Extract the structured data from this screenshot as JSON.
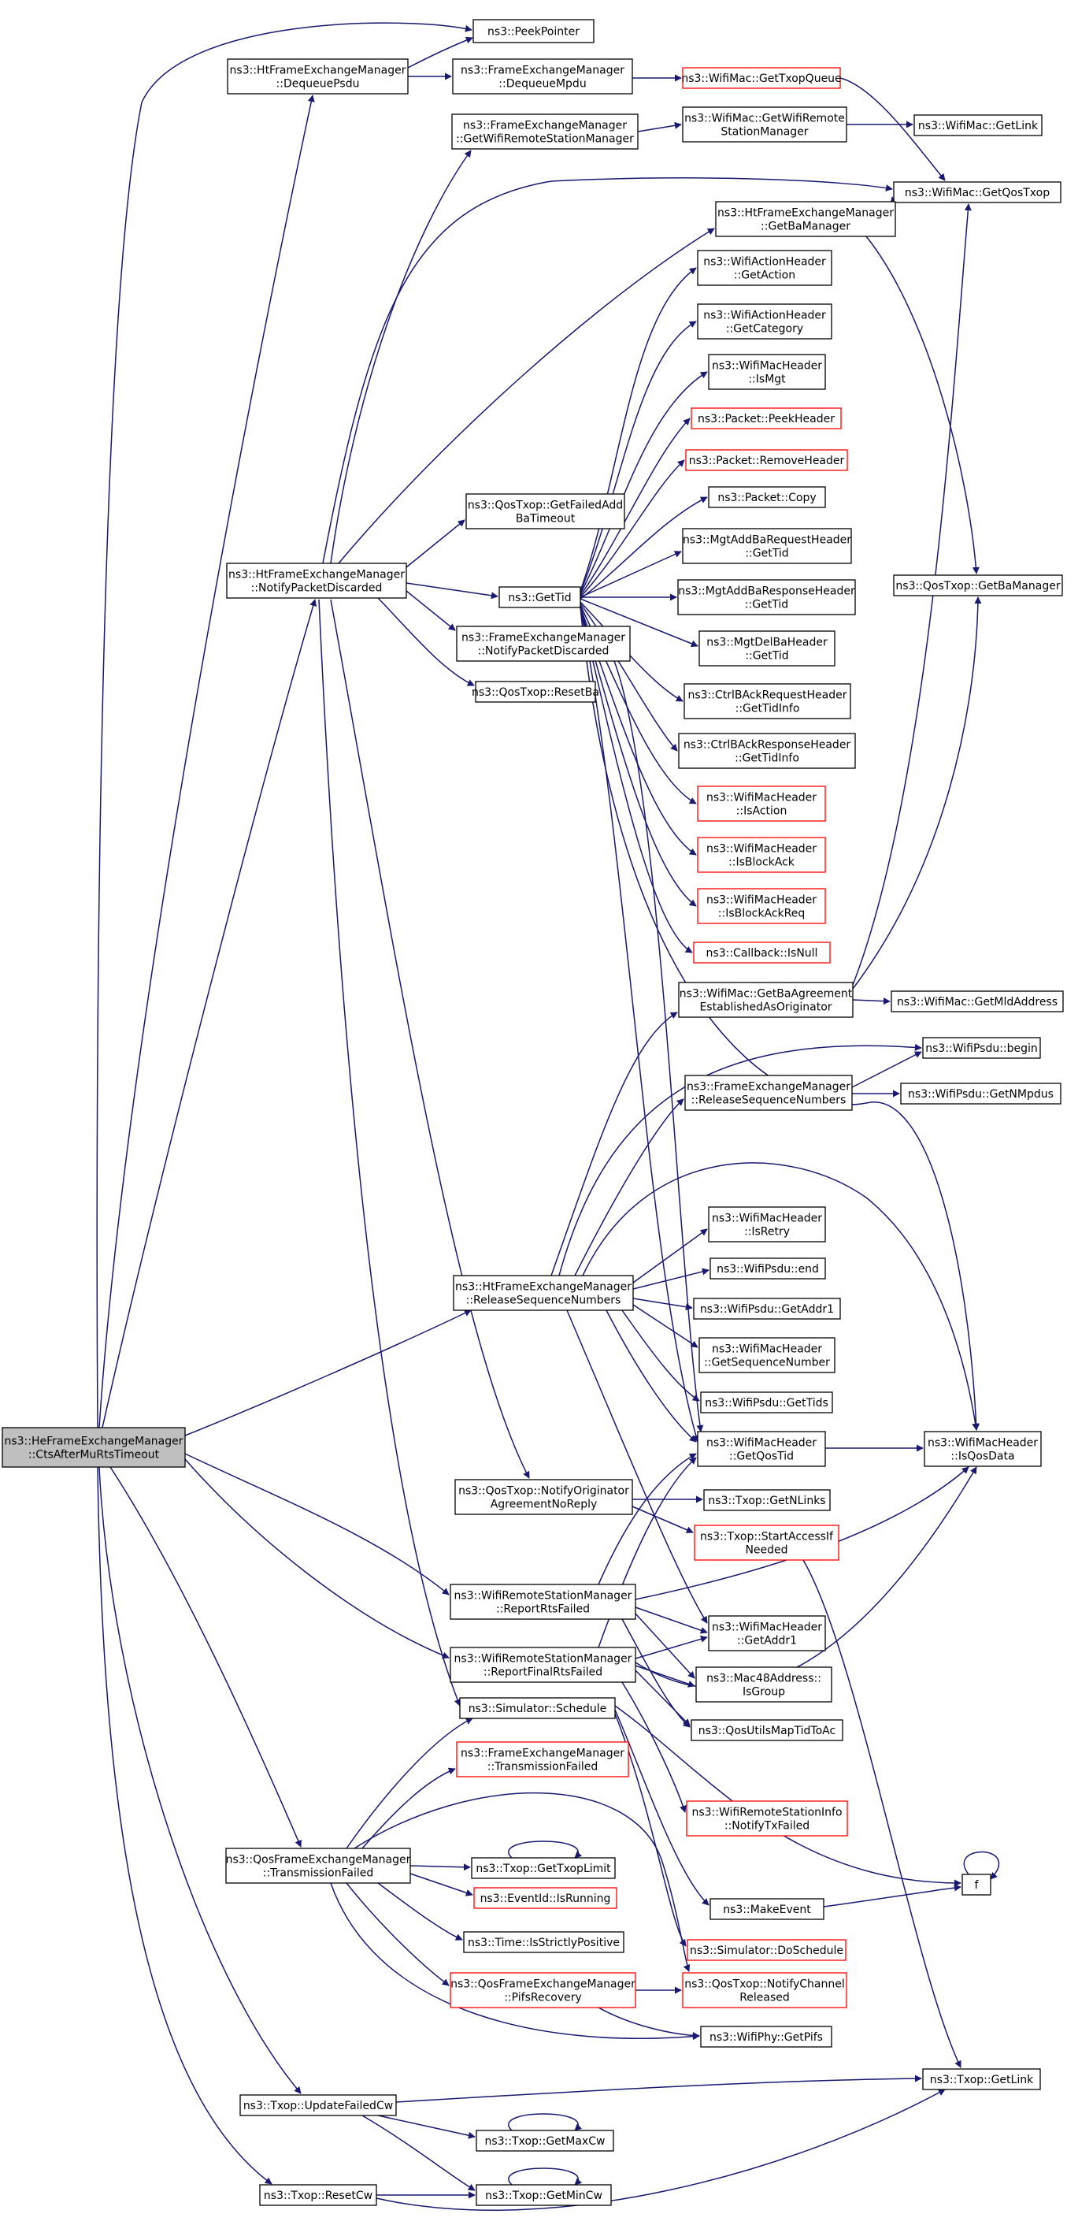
{
  "colors": {
    "edge": "#191970",
    "border_normal": "#000000",
    "border_truncated": "#ff0000",
    "root_fill": "#bfbfbf",
    "node_fill": "#ffffff",
    "text": "#000000"
  },
  "nodes": [
    {
      "id": "root",
      "lines": [
        "ns3::HeFrameExchangeManager",
        "::CtsAfterMuRtsTimeout"
      ],
      "style": "root"
    },
    {
      "id": "peekPointer",
      "lines": [
        "ns3::PeekPointer"
      ],
      "style": "normal"
    },
    {
      "id": "htDequeuePsdu",
      "lines": [
        "ns3::HtFrameExchangeManager",
        "::DequeuePsdu"
      ],
      "style": "normal"
    },
    {
      "id": "feDequeueMpdu",
      "lines": [
        "ns3::FrameExchangeManager",
        "::DequeueMpdu"
      ],
      "style": "normal"
    },
    {
      "id": "getTxopQueue",
      "lines": [
        "ns3::WifiMac::GetTxopQueue"
      ],
      "style": "truncated"
    },
    {
      "id": "feGetWrsm",
      "lines": [
        "ns3::FrameExchangeManager",
        "::GetWifiRemoteStationManager"
      ],
      "style": "normal"
    },
    {
      "id": "macGetWrsm",
      "lines": [
        "ns3::WifiMac::GetWifiRemote",
        "StationManager"
      ],
      "style": "normal"
    },
    {
      "id": "macGetLink",
      "lines": [
        "ns3::WifiMac::GetLink"
      ],
      "style": "normal"
    },
    {
      "id": "getQosTxop",
      "lines": [
        "ns3::WifiMac::GetQosTxop"
      ],
      "style": "normal"
    },
    {
      "id": "htGetBaManager",
      "lines": [
        "ns3::HtFrameExchangeManager",
        "::GetBaManager"
      ],
      "style": "normal"
    },
    {
      "id": "actGetAction",
      "lines": [
        "ns3::WifiActionHeader",
        "::GetAction"
      ],
      "style": "normal"
    },
    {
      "id": "actGetCategory",
      "lines": [
        "ns3::WifiActionHeader",
        "::GetCategory"
      ],
      "style": "normal"
    },
    {
      "id": "isMgt",
      "lines": [
        "ns3::WifiMacHeader",
        "::IsMgt"
      ],
      "style": "normal"
    },
    {
      "id": "peekHeader",
      "lines": [
        "ns3::Packet::PeekHeader"
      ],
      "style": "truncated"
    },
    {
      "id": "removeHeader",
      "lines": [
        "ns3::Packet::RemoveHeader"
      ],
      "style": "truncated"
    },
    {
      "id": "packetCopy",
      "lines": [
        "ns3::Packet::Copy"
      ],
      "style": "normal"
    },
    {
      "id": "addBaReqTid",
      "lines": [
        "ns3::MgtAddBaRequestHeader",
        "::GetTid"
      ],
      "style": "normal"
    },
    {
      "id": "addBaRespTid",
      "lines": [
        "ns3::MgtAddBaResponseHeader",
        "::GetTid"
      ],
      "style": "normal"
    },
    {
      "id": "delBaTid",
      "lines": [
        "ns3::MgtDelBaHeader",
        "::GetTid"
      ],
      "style": "normal"
    },
    {
      "id": "bareqTidInfo",
      "lines": [
        "ns3::CtrlBAckRequestHeader",
        "::GetTidInfo"
      ],
      "style": "normal"
    },
    {
      "id": "barespTidInfo",
      "lines": [
        "ns3::CtrlBAckResponseHeader",
        "::GetTidInfo"
      ],
      "style": "normal"
    },
    {
      "id": "isAction",
      "lines": [
        "ns3::WifiMacHeader",
        "::IsAction"
      ],
      "style": "truncated"
    },
    {
      "id": "isBlockAck",
      "lines": [
        "ns3::WifiMacHeader",
        "::IsBlockAck"
      ],
      "style": "truncated"
    },
    {
      "id": "isBlockAckReq",
      "lines": [
        "ns3::WifiMacHeader",
        "::IsBlockAckReq"
      ],
      "style": "truncated"
    },
    {
      "id": "cbIsNull",
      "lines": [
        "ns3::Callback::IsNull"
      ],
      "style": "truncated"
    },
    {
      "id": "qosGetBaManager",
      "lines": [
        "ns3::QosTxop::GetBaManager"
      ],
      "style": "normal"
    },
    {
      "id": "qosGetFailed",
      "lines": [
        "ns3::QosTxop::GetFailedAdd",
        "BaTimeout"
      ],
      "style": "normal"
    },
    {
      "id": "htNotify",
      "lines": [
        "ns3::HtFrameExchangeManager",
        "::NotifyPacketDiscarded"
      ],
      "style": "normal"
    },
    {
      "id": "getTid",
      "lines": [
        "ns3::GetTid"
      ],
      "style": "normal"
    },
    {
      "id": "feNotify",
      "lines": [
        "ns3::FrameExchangeManager",
        "::NotifyPacketDiscarded"
      ],
      "style": "normal"
    },
    {
      "id": "qosResetBa",
      "lines": [
        "ns3::QosTxop::ResetBa"
      ],
      "style": "normal"
    },
    {
      "id": "getBaAgreement",
      "lines": [
        "ns3::WifiMac::GetBaAgreement",
        "EstablishedAsOriginator"
      ],
      "style": "normal"
    },
    {
      "id": "getMldAddress",
      "lines": [
        "ns3::WifiMac::GetMldAddress"
      ],
      "style": "normal"
    },
    {
      "id": "psduBegin",
      "lines": [
        "ns3::WifiPsdu::begin"
      ],
      "style": "normal"
    },
    {
      "id": "feRelease",
      "lines": [
        "ns3::FrameExchangeManager",
        "::ReleaseSequenceNumbers"
      ],
      "style": "normal"
    },
    {
      "id": "getNMpdus",
      "lines": [
        "ns3::WifiPsdu::GetNMpdus"
      ],
      "style": "normal"
    },
    {
      "id": "isRetry",
      "lines": [
        "ns3::WifiMacHeader",
        "::IsRetry"
      ],
      "style": "normal"
    },
    {
      "id": "psduEnd",
      "lines": [
        "ns3::WifiPsdu::end"
      ],
      "style": "normal"
    },
    {
      "id": "psduGetAddr1",
      "lines": [
        "ns3::WifiPsdu::GetAddr1"
      ],
      "style": "normal"
    },
    {
      "id": "htRelease",
      "lines": [
        "ns3::HtFrameExchangeManager",
        "::ReleaseSequenceNumbers"
      ],
      "style": "normal"
    },
    {
      "id": "getSeqNum",
      "lines": [
        "ns3::WifiMacHeader",
        "::GetSequenceNumber"
      ],
      "style": "normal"
    },
    {
      "id": "psduGetTids",
      "lines": [
        "ns3::WifiPsdu::GetTids"
      ],
      "style": "normal"
    },
    {
      "id": "getQosTid",
      "lines": [
        "ns3::WifiMacHeader",
        "::GetQosTid"
      ],
      "style": "normal"
    },
    {
      "id": "isQosData",
      "lines": [
        "ns3::WifiMacHeader",
        "::IsQosData"
      ],
      "style": "normal"
    },
    {
      "id": "qosNotifyOrig",
      "lines": [
        "ns3::QosTxop::NotifyOriginator",
        "AgreementNoReply"
      ],
      "style": "normal"
    },
    {
      "id": "getNLinks",
      "lines": [
        "ns3::Txop::GetNLinks"
      ],
      "style": "normal"
    },
    {
      "id": "startAccess",
      "lines": [
        "ns3::Txop::StartAccessIf",
        "Needed"
      ],
      "style": "truncated"
    },
    {
      "id": "reportRts",
      "lines": [
        "ns3::WifiRemoteStationManager",
        "::ReportRtsFailed"
      ],
      "style": "normal"
    },
    {
      "id": "macGetAddr1",
      "lines": [
        "ns3::WifiMacHeader",
        "::GetAddr1"
      ],
      "style": "normal"
    },
    {
      "id": "reportFinalRts",
      "lines": [
        "ns3::WifiRemoteStationManager",
        "::ReportFinalRtsFailed"
      ],
      "style": "normal"
    },
    {
      "id": "isGroup",
      "lines": [
        "ns3::Mac48Address::",
        "IsGroup"
      ],
      "style": "normal"
    },
    {
      "id": "simSchedule",
      "lines": [
        "ns3::Simulator::Schedule"
      ],
      "style": "normal"
    },
    {
      "id": "qosUtils",
      "lines": [
        "ns3::QosUtilsMapTidToAc"
      ],
      "style": "normal"
    },
    {
      "id": "feTxFailed",
      "lines": [
        "ns3::FrameExchangeManager",
        "::TransmissionFailed"
      ],
      "style": "truncated"
    },
    {
      "id": "notifyTxFailed",
      "lines": [
        "ns3::WifiRemoteStationInfo",
        "::NotifyTxFailed"
      ],
      "style": "truncated"
    },
    {
      "id": "qfeTxFailed",
      "lines": [
        "ns3::QosFrameExchangeManager",
        "::TransmissionFailed"
      ],
      "style": "normal"
    },
    {
      "id": "getTxopLimit",
      "lines": [
        "ns3::Txop::GetTxopLimit"
      ],
      "style": "normal"
    },
    {
      "id": "fNode",
      "lines": [
        "f"
      ],
      "style": "normal"
    },
    {
      "id": "makeEvent",
      "lines": [
        "ns3::MakeEvent"
      ],
      "style": "normal"
    },
    {
      "id": "eventIsRunning",
      "lines": [
        "ns3::EventId::IsRunning"
      ],
      "style": "truncated"
    },
    {
      "id": "timeStrict",
      "lines": [
        "ns3::Time::IsStrictlyPositive"
      ],
      "style": "normal"
    },
    {
      "id": "doSchedule",
      "lines": [
        "ns3::Simulator::DoSchedule"
      ],
      "style": "truncated"
    },
    {
      "id": "pifsRecovery",
      "lines": [
        "ns3::QosFrameExchangeManager",
        "::PifsRecovery"
      ],
      "style": "truncated"
    },
    {
      "id": "notifyChannel",
      "lines": [
        "ns3::QosTxop::NotifyChannel",
        "Released"
      ],
      "style": "truncated"
    },
    {
      "id": "getPifs",
      "lines": [
        "ns3::WifiPhy::GetPifs"
      ],
      "style": "normal"
    },
    {
      "id": "updateFailedCw",
      "lines": [
        "ns3::Txop::UpdateFailedCw"
      ],
      "style": "normal"
    },
    {
      "id": "txopGetLink",
      "lines": [
        "ns3::Txop::GetLink"
      ],
      "style": "normal"
    },
    {
      "id": "getMaxCw",
      "lines": [
        "ns3::Txop::GetMaxCw"
      ],
      "style": "normal"
    },
    {
      "id": "resetCw",
      "lines": [
        "ns3::Txop::ResetCw"
      ],
      "style": "normal"
    },
    {
      "id": "getMinCw",
      "lines": [
        "ns3::Txop::GetMinCw"
      ],
      "style": "normal"
    }
  ]
}
